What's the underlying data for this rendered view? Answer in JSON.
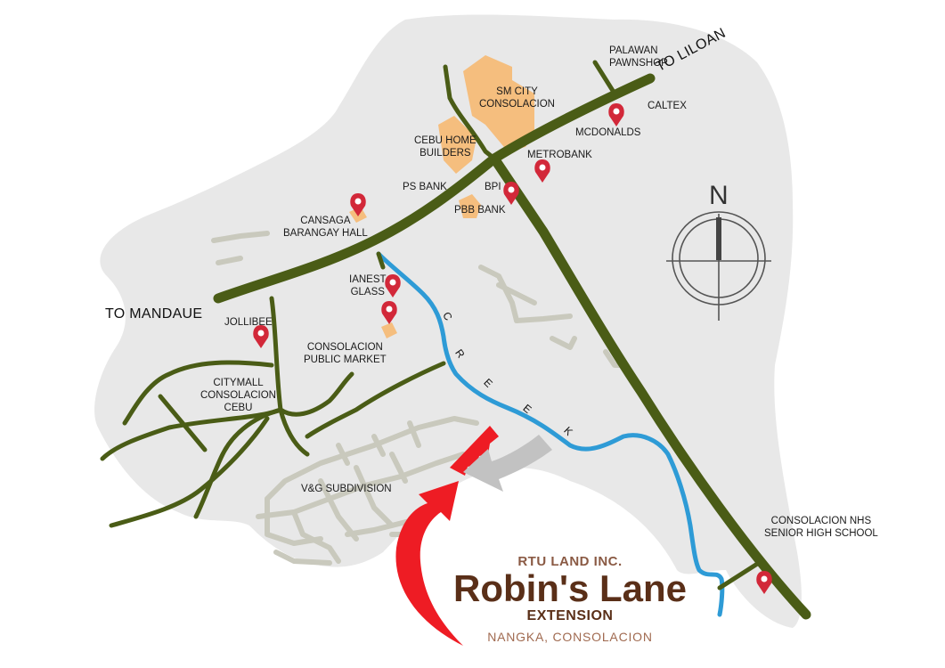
{
  "colors": {
    "land": "#e8e8e8",
    "major_road": "#4a5c16",
    "minor_road": "#c9c9bd",
    "creek": "#2e9bd6",
    "building": "#f5be7e",
    "pin": "#d22839",
    "arrow_red": "#ee1c24",
    "arrow_gray": "#c2c2c2"
  },
  "directions": {
    "to_liloan": "TO LILOAN",
    "to_mandaue": "TO MANDAUE"
  },
  "compass": {
    "north_label": "N"
  },
  "creek_letters": [
    "C",
    "R",
    "E",
    "E",
    "K"
  ],
  "landmarks": {
    "palawan": "PALAWAN\nPAWNSHOP",
    "caltex": "CALTEX",
    "sm_city": "SM CITY\nCONSOLACION",
    "mcdonalds": "MCDONALDS",
    "cebu_home": "CEBU HOME\nBUILDERS",
    "metrobank": "METROBANK",
    "ps_bank": "PS BANK",
    "bpi": "BPI",
    "pbb_bank": "PBB BANK",
    "cansaga": "CANSAGA\nBARANGAY HALL",
    "ianest": "IANEST\nGLASS",
    "jollibee": "JOLLIBEE",
    "public_market": "CONSOLACION\nPUBLIC MARKET",
    "citymall": "CITYMALL\nCONSOLACION\nCEBU",
    "vg_subdivision": "V&G SUBDIVISION",
    "consolacion_nhs": "CONSOLACION NHS\nSENIOR HIGH SCHOOL"
  },
  "brand": {
    "company": "RTU LAND INC.",
    "name": "Robin's Lane",
    "extension": "EXTENSION",
    "location": "NANGKA, CONSOLACION"
  }
}
